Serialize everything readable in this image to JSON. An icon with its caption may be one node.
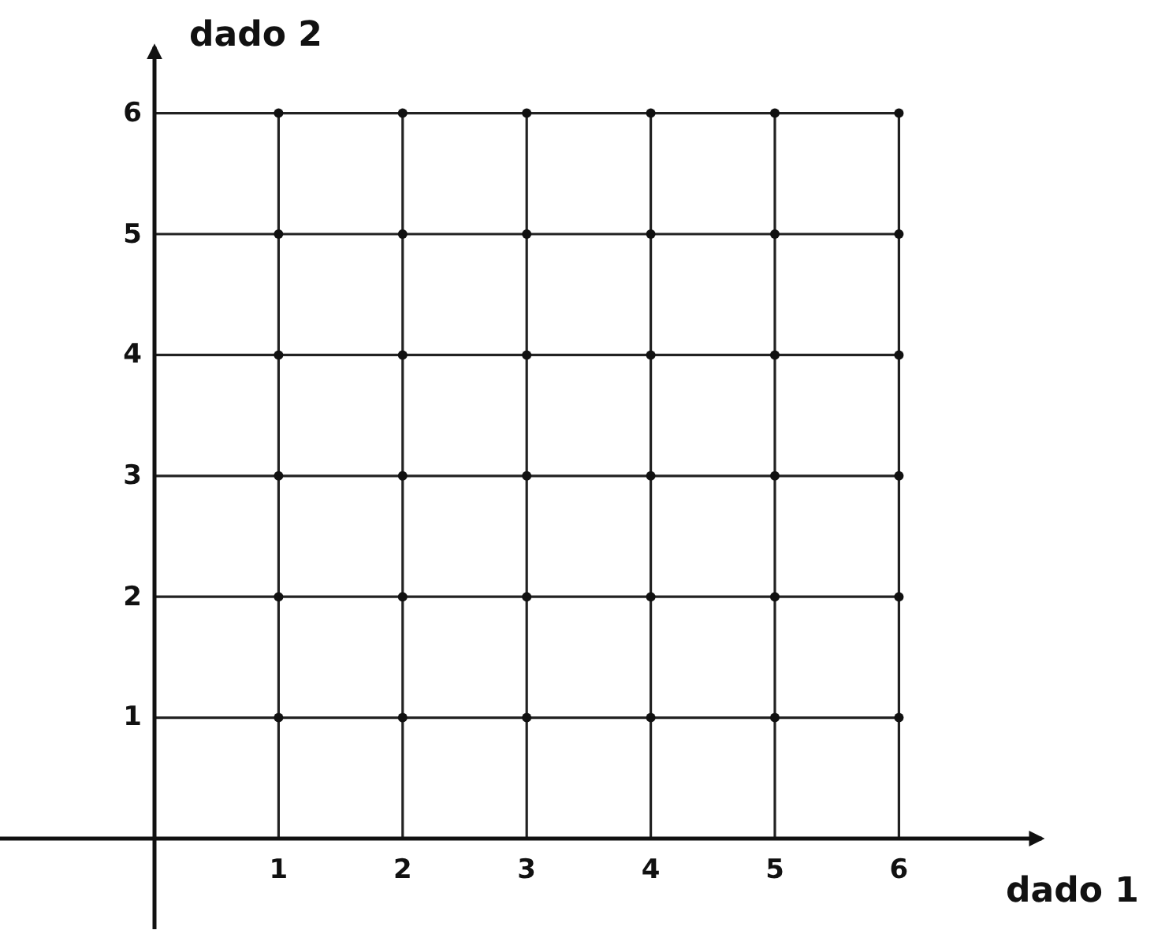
{
  "diagram": {
    "chart_data": {
      "type": "scatter",
      "xlabel": "dado 1",
      "ylabel": "dado 2",
      "x": [
        1,
        1,
        1,
        1,
        1,
        1,
        2,
        2,
        2,
        2,
        2,
        2,
        3,
        3,
        3,
        3,
        3,
        3,
        4,
        4,
        4,
        4,
        4,
        4,
        5,
        5,
        5,
        5,
        5,
        5,
        6,
        6,
        6,
        6,
        6,
        6
      ],
      "series": [
        {
          "color": "#111111",
          "values": [
            1,
            2,
            3,
            4,
            5,
            6,
            1,
            2,
            3,
            4,
            5,
            6,
            1,
            2,
            3,
            4,
            5,
            6,
            1,
            2,
            3,
            4,
            5,
            6,
            1,
            2,
            3,
            4,
            5,
            6,
            1,
            2,
            3,
            4,
            5,
            6
          ]
        }
      ],
      "xticks": [
        1,
        2,
        3,
        4,
        5,
        6
      ],
      "yticks": [
        1,
        2,
        3,
        4,
        5,
        6
      ],
      "xlim": [
        -1.25,
        7.15
      ],
      "ylim": [
        -0.75,
        6.55
      ],
      "grid": true
    }
  }
}
